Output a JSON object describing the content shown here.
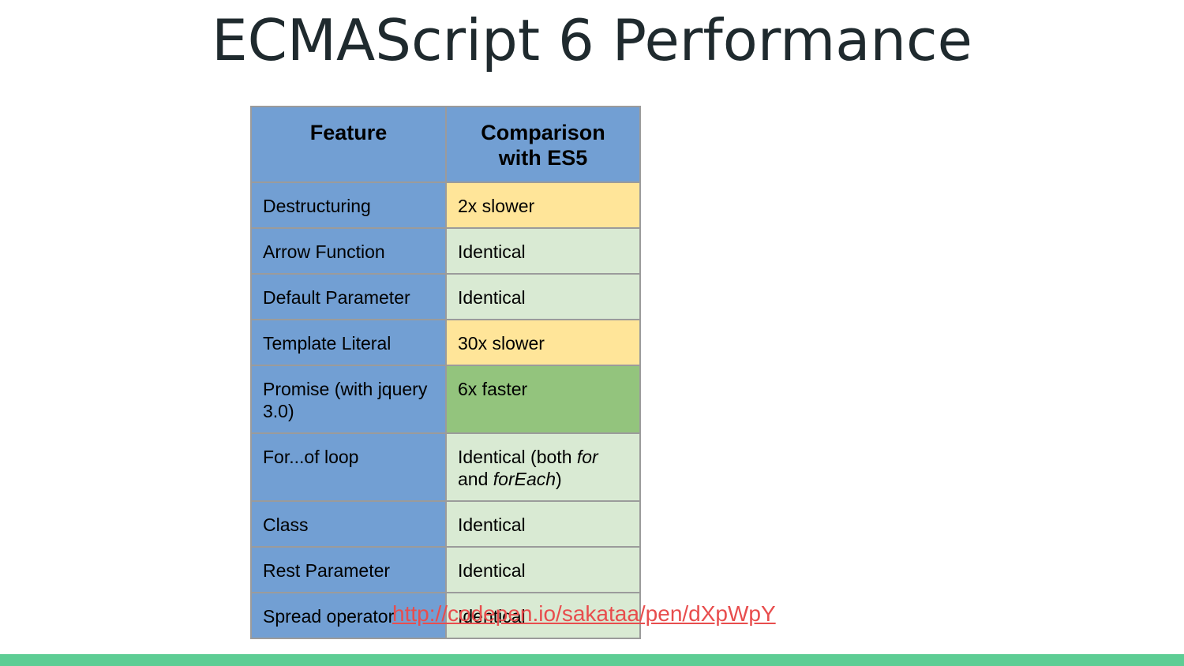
{
  "title": "ECMAScript 6 Performance",
  "table": {
    "headers": [
      "Feature",
      "Comparison with ES5"
    ],
    "rows": [
      {
        "feature": "Destructuring",
        "comparison": "2x slower",
        "color": "#ffe599"
      },
      {
        "feature": "Arrow Function",
        "comparison": "Identical",
        "color": "#d9ead3"
      },
      {
        "feature": "Default Parameter",
        "comparison": "Identical",
        "color": "#d9ead3"
      },
      {
        "feature": "Template Literal",
        "comparison": "30x slower",
        "color": "#ffe599"
      },
      {
        "feature": "Promise (with jquery 3.0)",
        "comparison": "6x faster",
        "color": "#93c47d"
      },
      {
        "feature": "For...of loop",
        "comparison_parts": [
          "Identical (both ",
          "for",
          " and ",
          "forEach",
          ")"
        ],
        "color": "#d9ead3"
      },
      {
        "feature": "Class",
        "comparison": "Identical",
        "color": "#d9ead3"
      },
      {
        "feature": "Rest Parameter",
        "comparison": "Identical",
        "color": "#d9ead3"
      },
      {
        "feature": "Spread operator",
        "comparison": "Identical",
        "color": "#d9ead3"
      }
    ]
  },
  "link": "http://codepen.io/sakataa/pen/dXpWpY",
  "colors": {
    "header_bg": "#729fd3",
    "accent_bar": "#5dcd94",
    "link": "#e84d4d"
  }
}
